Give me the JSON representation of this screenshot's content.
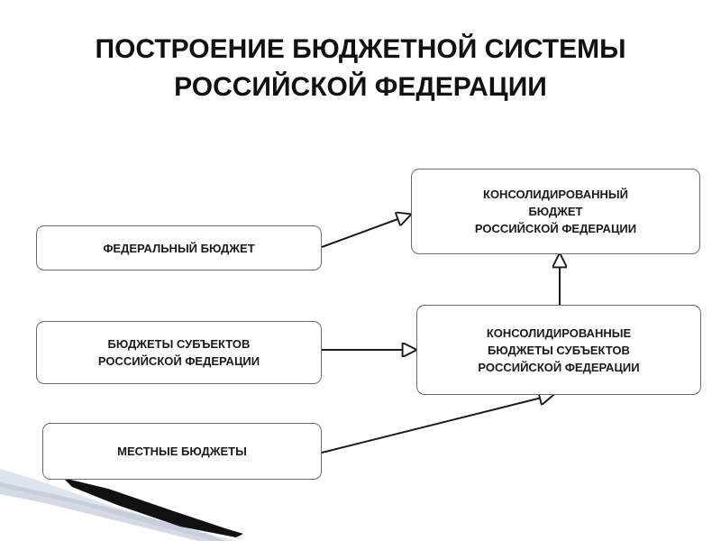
{
  "title": {
    "line1": "ПОСТРОЕНИЕ БЮДЖЕТНОЙ СИСТЕМЫ",
    "line2": "РОССИЙСКОЙ ФЕДЕРАЦИИ"
  },
  "nodes": {
    "federal": "ФЕДЕРАЛЬНЫЙ БЮДЖЕТ",
    "subjects": "БЮДЖЕТЫ СУБЪЕКТОВ\nРОССИЙСКОЙ ФЕДЕРАЦИИ",
    "local": "МЕСТНЫЕ БЮДЖЕТЫ",
    "consolidated_rf": "КОНСОЛИДИРОВАННЫЙ\nБЮДЖЕТ\nРОССИЙСКОЙ ФЕДЕРАЦИИ",
    "consolidated_subjects": "КОНСОЛИДИРОВАННЫЕ\nБЮДЖЕТЫ СУБЪЕКТОВ\nРОССИЙСКОЙ ФЕДЕРАЦИИ"
  },
  "edges": [
    {
      "from": "federal",
      "to": "consolidated_rf"
    },
    {
      "from": "subjects",
      "to": "consolidated_subjects"
    },
    {
      "from": "local",
      "to": "consolidated_subjects"
    },
    {
      "from": "consolidated_subjects",
      "to": "consolidated_rf"
    }
  ]
}
